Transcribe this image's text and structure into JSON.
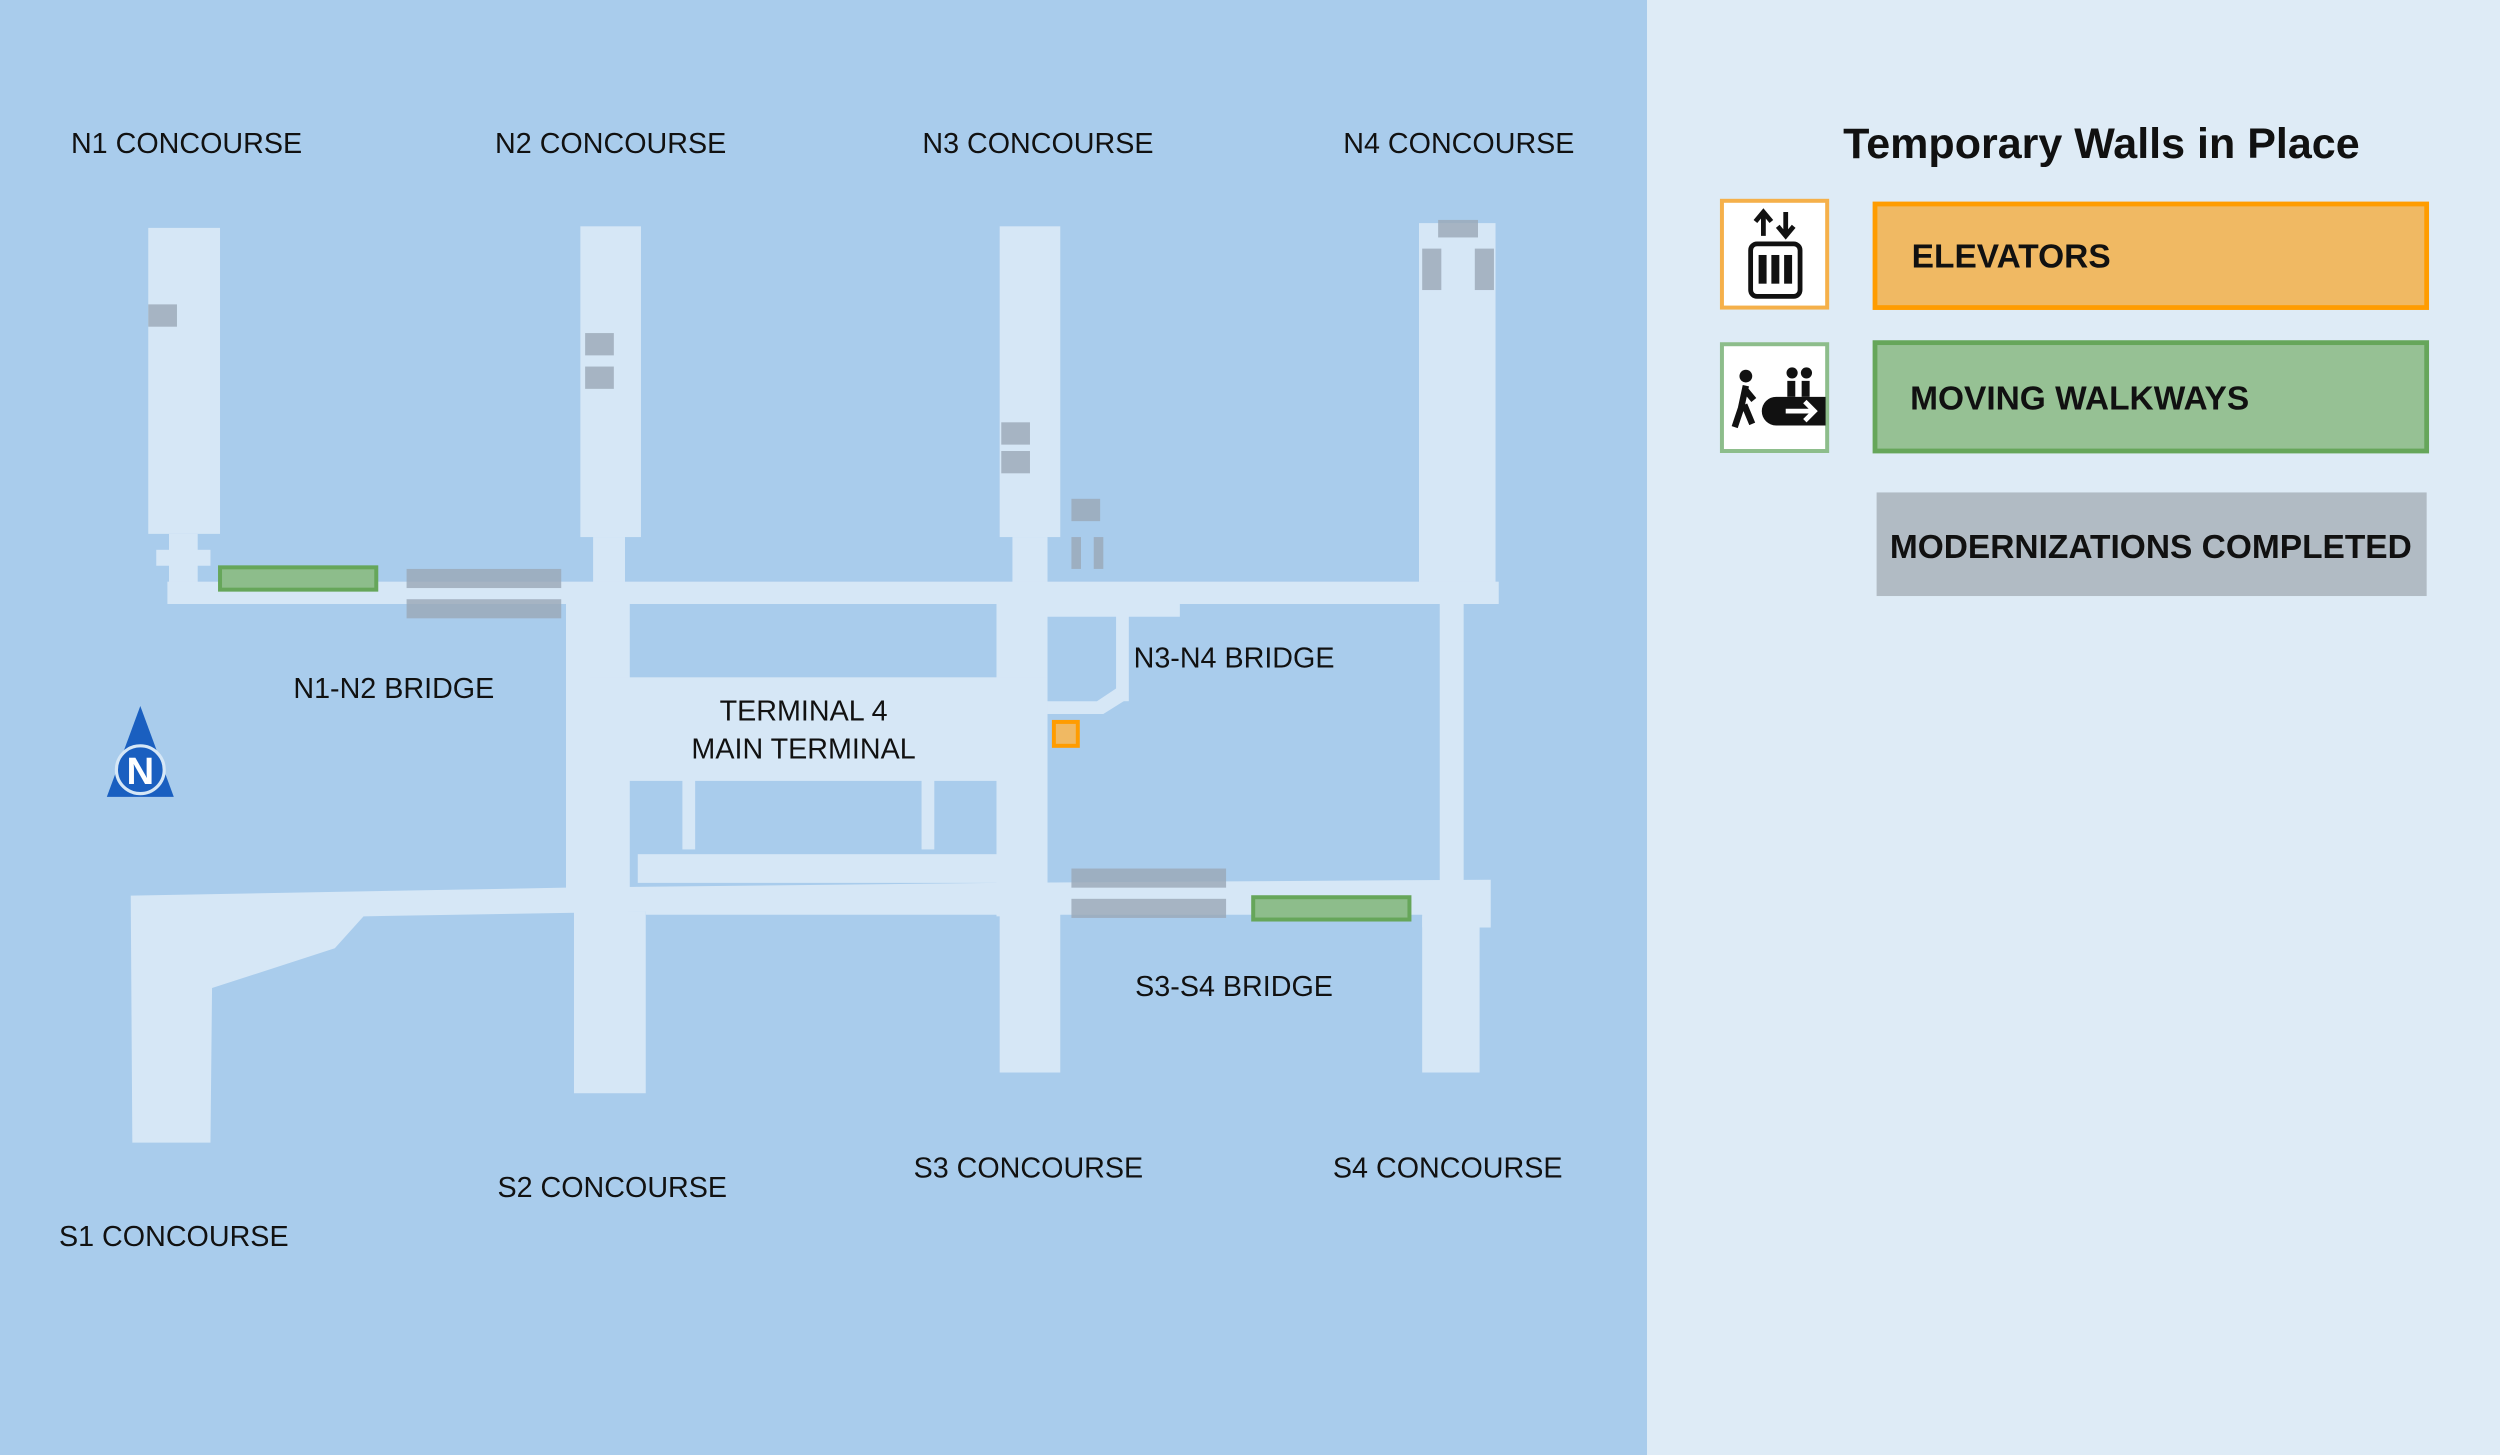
{
  "map": {
    "concourse_labels": {
      "n1": "N1 CONCOURSE",
      "n2": "N2 CONCOURSE",
      "n3": "N3 CONCOURSE",
      "n4": "N4 CONCOURSE",
      "s1": "S1 CONCOURSE",
      "s2": "S2 CONCOURSE",
      "s3": "S3 CONCOURSE",
      "s4": "S4 CONCOURSE"
    },
    "bridge_labels": {
      "n1n2": "N1-N2 BRIDGE",
      "n3n4": "N3-N4 BRIDGE",
      "s3s4": "S3-S4 BRIDGE"
    },
    "terminal_label_line1": "TERMINAL 4",
    "terminal_label_line2": "MAIN TERMINAL",
    "north_arrow_letter": "N"
  },
  "legend": {
    "title": "Temporary Walls in Place",
    "items": [
      {
        "label": "ELEVATORS",
        "icon": "elevator-icon",
        "color": "#f0b963",
        "border": "#ff9c00"
      },
      {
        "label": "MOVING WALKWAYS",
        "icon": "moving-walkway-icon",
        "color": "#96c194",
        "border": "#66a65a"
      },
      {
        "label": "MODERNIZATIONS COMPLETED",
        "color": "#b1bbc4"
      }
    ]
  },
  "colors": {
    "water": "#a9ccec",
    "building": "#d6e7f6",
    "panel": "#deebf6",
    "completed": "#9aa8b6"
  }
}
